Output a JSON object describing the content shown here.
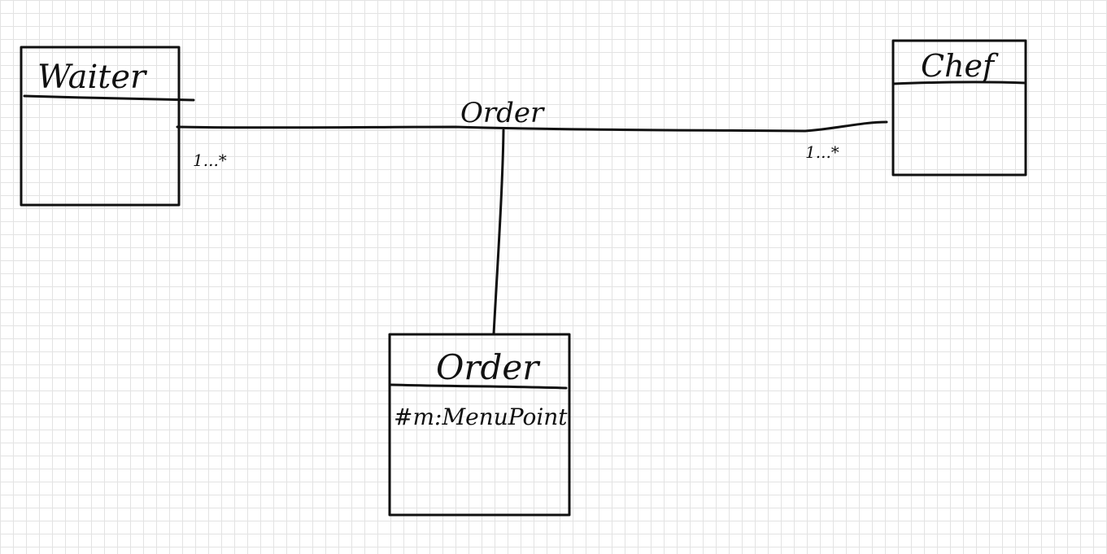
{
  "classes": {
    "waiter": {
      "name": "Waiter",
      "attributes": []
    },
    "chef": {
      "name": "Chef",
      "attributes": []
    },
    "order": {
      "name": "Order",
      "attributes": [
        "#m:MenuPoint"
      ]
    }
  },
  "association": {
    "label": "Order",
    "waiter_multiplicity": "1...*",
    "chef_multiplicity": "1...*"
  }
}
